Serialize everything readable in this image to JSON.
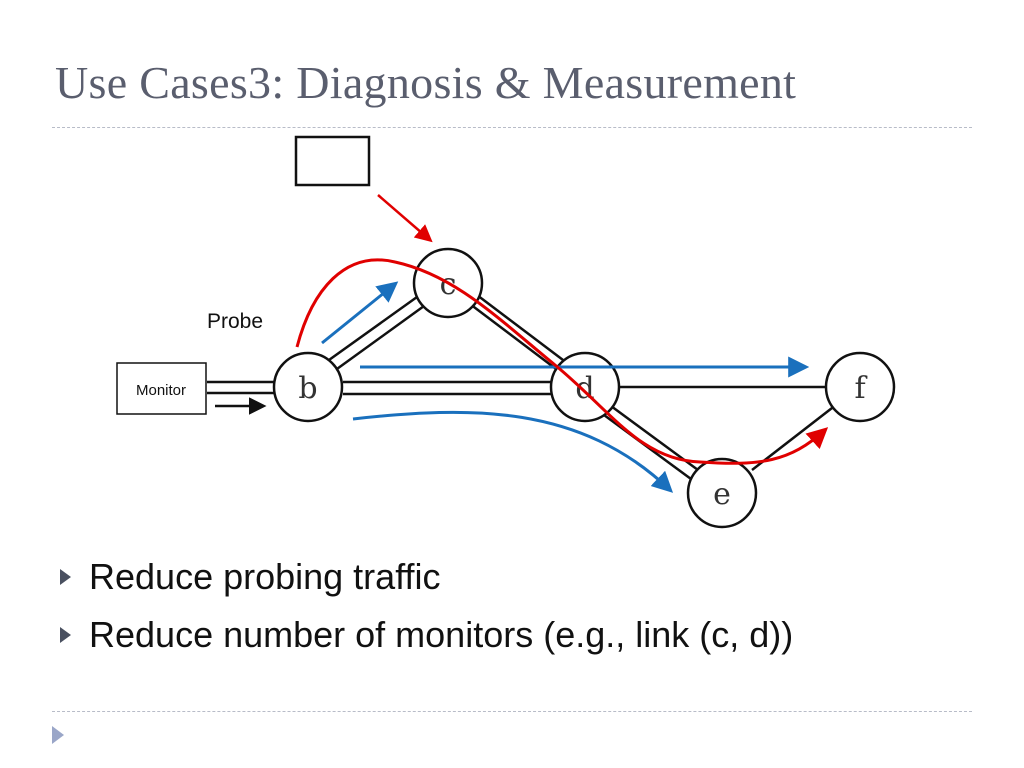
{
  "slide": {
    "title": "Use Cases3: Diagnosis & Measurement"
  },
  "diagram": {
    "monitor_label": "Monitor",
    "probe_label": "Probe",
    "nodes": [
      {
        "id": "b",
        "label": "b"
      },
      {
        "id": "c",
        "label": "c"
      },
      {
        "id": "d",
        "label": "d"
      },
      {
        "id": "e",
        "label": "e"
      },
      {
        "id": "f",
        "label": "f"
      }
    ],
    "links": [
      [
        "monitor",
        "b"
      ],
      [
        "b",
        "c"
      ],
      [
        "b",
        "d"
      ],
      [
        "c",
        "d"
      ],
      [
        "d",
        "e"
      ],
      [
        "d",
        "f"
      ],
      [
        "e",
        "f"
      ]
    ],
    "probe_paths": [
      {
        "color": "#1a70bd",
        "nodes": [
          "b",
          "c"
        ]
      },
      {
        "color": "#1a70bd",
        "nodes": [
          "b",
          "d",
          "f"
        ]
      },
      {
        "color": "#1a70bd",
        "nodes": [
          "b",
          "d",
          "e"
        ]
      },
      {
        "color": "#e00000",
        "nodes": [
          "b",
          "c",
          "d",
          "e",
          "f"
        ]
      }
    ],
    "colors": {
      "probe_blue": "#1a70bd",
      "probe_red": "#e00000",
      "monitor_arrow": "#111111"
    }
  },
  "bullets": [
    "Reduce probing traffic",
    "Reduce number of monitors (e.g., link (c, d))"
  ]
}
